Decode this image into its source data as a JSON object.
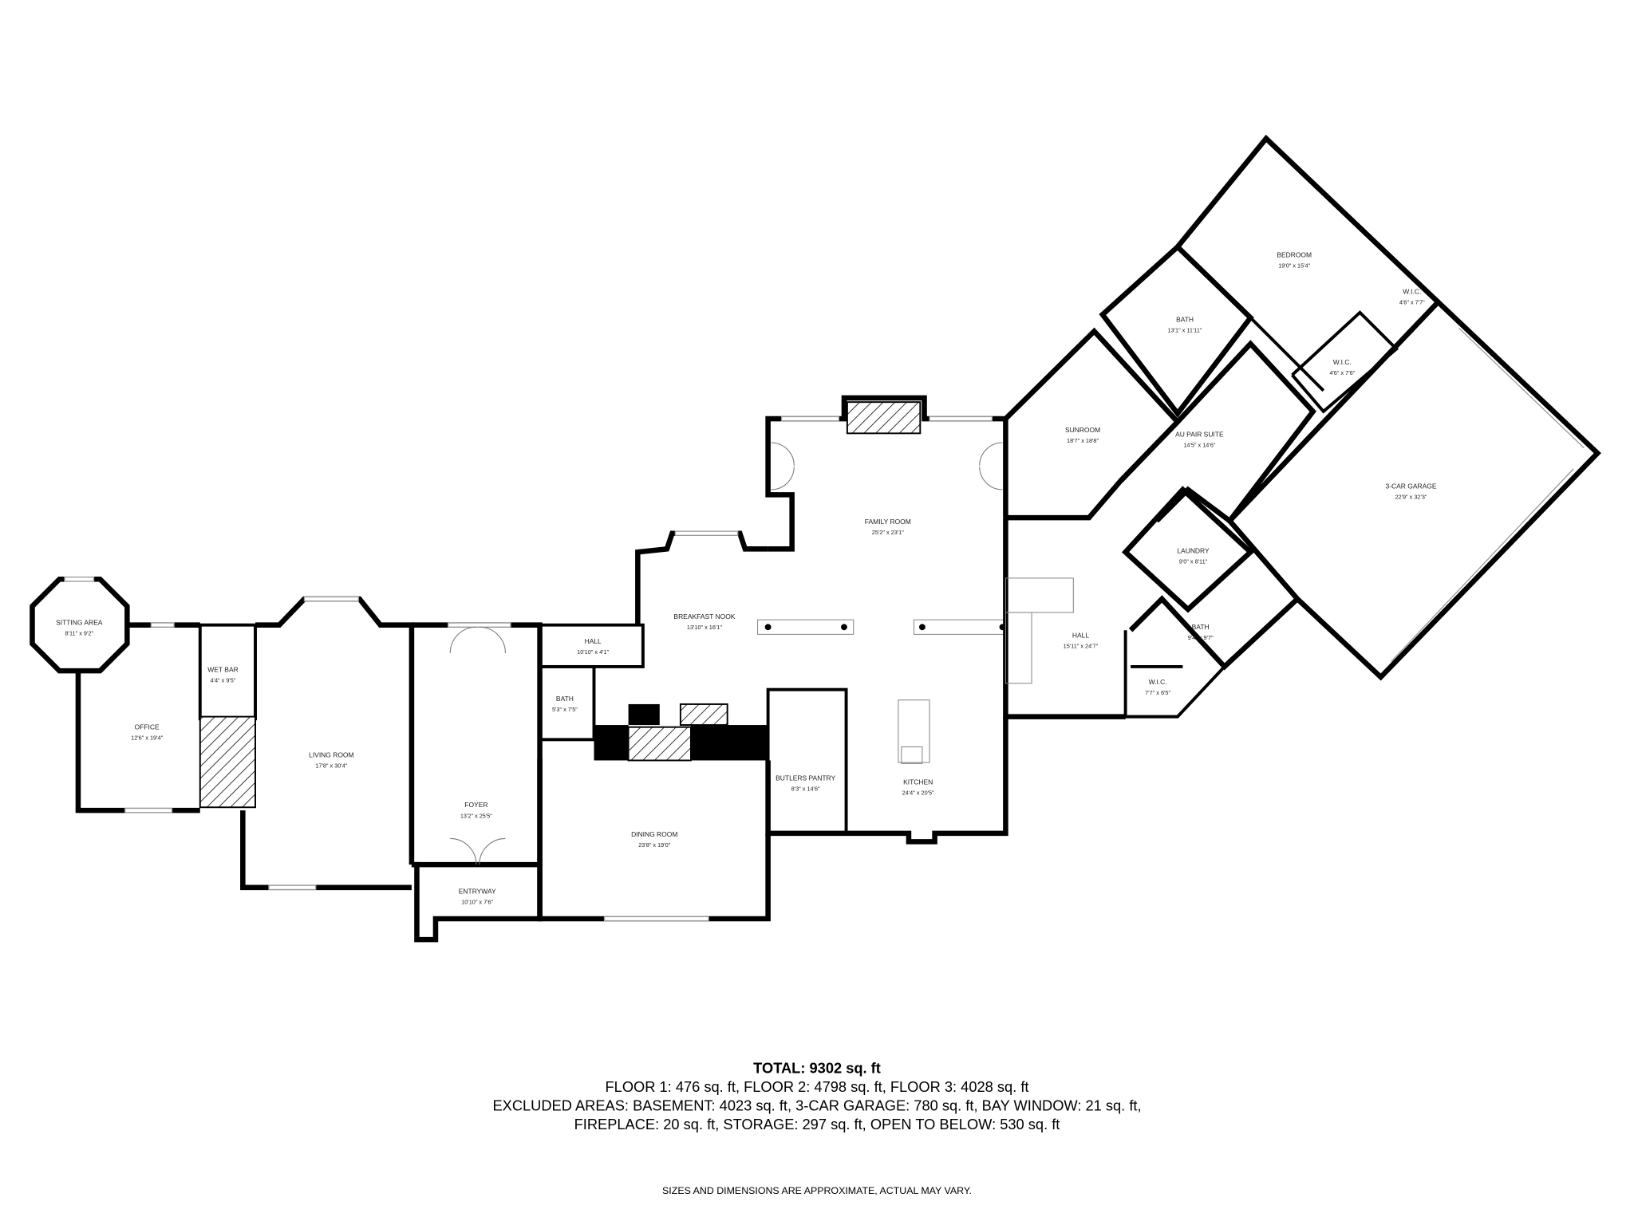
{
  "rooms": {
    "sitting_area": {
      "name": "SITTING AREA",
      "dims": "8'11\" x 9'2\""
    },
    "office": {
      "name": "OFFICE",
      "dims": "12'6\" x 19'4\""
    },
    "wet_bar": {
      "name": "WET BAR",
      "dims": "4'4\" x 9'5\""
    },
    "living_room": {
      "name": "LIVING ROOM",
      "dims": "17'8\" x 30'4\""
    },
    "foyer": {
      "name": "FOYER",
      "dims": "13'2\" x 25'5\""
    },
    "entryway": {
      "name": "ENTRYWAY",
      "dims": "10'10\" x 7'6\""
    },
    "hall_1": {
      "name": "HALL",
      "dims": "10'10\" x 4'1\""
    },
    "bath_1": {
      "name": "BATH",
      "dims": "5'3\" x 7'5\""
    },
    "dining_room": {
      "name": "DINING ROOM",
      "dims": "23'8\" x 19'0\""
    },
    "breakfast_nook": {
      "name": "BREAKFAST NOOK",
      "dims": "13'10\" x 16'1\""
    },
    "family_room": {
      "name": "FAMILY ROOM",
      "dims": "25'2\" x 23'1\""
    },
    "butlers_pantry": {
      "name": "BUTLERS PANTRY",
      "dims": "8'3\" x 14'6\""
    },
    "kitchen": {
      "name": "KITCHEN",
      "dims": "24'4\" x 20'5\""
    },
    "hall_2": {
      "name": "HALL",
      "dims": "15'11\" x 24'7\""
    },
    "sunroom": {
      "name": "SUNROOM",
      "dims": "18'7\" x 18'8\""
    },
    "bath_2": {
      "name": "BATH",
      "dims": "13'1\" x 11'11\""
    },
    "bedroom": {
      "name": "BEDROOM",
      "dims": "19'0\" x 15'4\""
    },
    "wic_1": {
      "name": "W.I.C.",
      "dims": "4'6\" x 7'7\""
    },
    "wic_2": {
      "name": "W.I.C.",
      "dims": "4'6\" x 7'6\""
    },
    "au_pair_suite": {
      "name": "AU PAIR SUITE",
      "dims": "14'5\" x 14'6\""
    },
    "garage": {
      "name": "3-CAR GARAGE",
      "dims": "22'9\" x 32'3\""
    },
    "laundry": {
      "name": "LAUNDRY",
      "dims": "9'0\" x 8'11\""
    },
    "bath_3": {
      "name": "BATH",
      "dims": "9'4\" x 9'7\""
    },
    "wic_3": {
      "name": "W.I.C.",
      "dims": "7'7\" x 6'5\""
    }
  },
  "summary": {
    "total": "TOTAL: 9302 sq. ft",
    "floors": "FLOOR 1: 476 sq. ft, FLOOR 2: 4798 sq. ft, FLOOR 3: 4028 sq. ft",
    "excluded_1": "EXCLUDED AREAS: BASEMENT: 4023 sq. ft, 3-CAR GARAGE: 780 sq. ft, BAY WINDOW: 21 sq. ft,",
    "excluded_2": "FIREPLACE: 20 sq. ft, STORAGE: 297 sq. ft, OPEN TO BELOW: 530 sq. ft",
    "disclaimer": "SIZES AND DIMENSIONS ARE APPROXIMATE, ACTUAL MAY VARY."
  }
}
